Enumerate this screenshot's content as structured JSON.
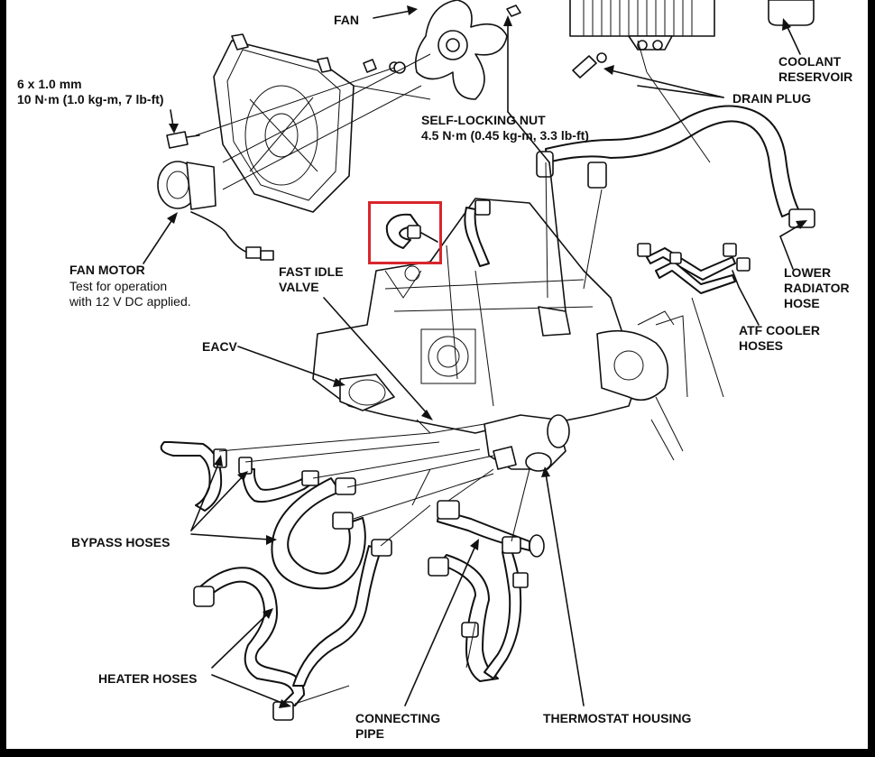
{
  "labels": {
    "fan": "FAN",
    "coolant_reservoir": "COOLANT\nRESERVOIR",
    "bolt_spec": "6 x 1.0 mm\n10 N·m (1.0 kg-m, 7 lb-ft)",
    "drain_plug": "DRAIN PLUG",
    "self_locking_nut": "SELF-LOCKING NUT\n4.5 N·m (0.45 kg-m, 3.3 lb-ft)",
    "fan_motor_title": "FAN MOTOR",
    "fan_motor_note": "Test for operation\nwith 12 V DC applied.",
    "fast_idle_valve": "FAST IDLE\nVALVE",
    "lower_radiator_hose": "LOWER\nRADIATOR\nHOSE",
    "atf_cooler_hoses": "ATF COOLER\nHOSES",
    "eacv": "EACV",
    "bypass_hoses": "BYPASS HOSES",
    "heater_hoses": "HEATER HOSES",
    "connecting_pipe": "CONNECTING\nPIPE",
    "thermostat_housing": "THERMOSTAT HOUSING"
  },
  "colors": {
    "line": "#111111",
    "paper": "#ffffff",
    "frame": "#000000",
    "highlight": "#d8262b"
  }
}
